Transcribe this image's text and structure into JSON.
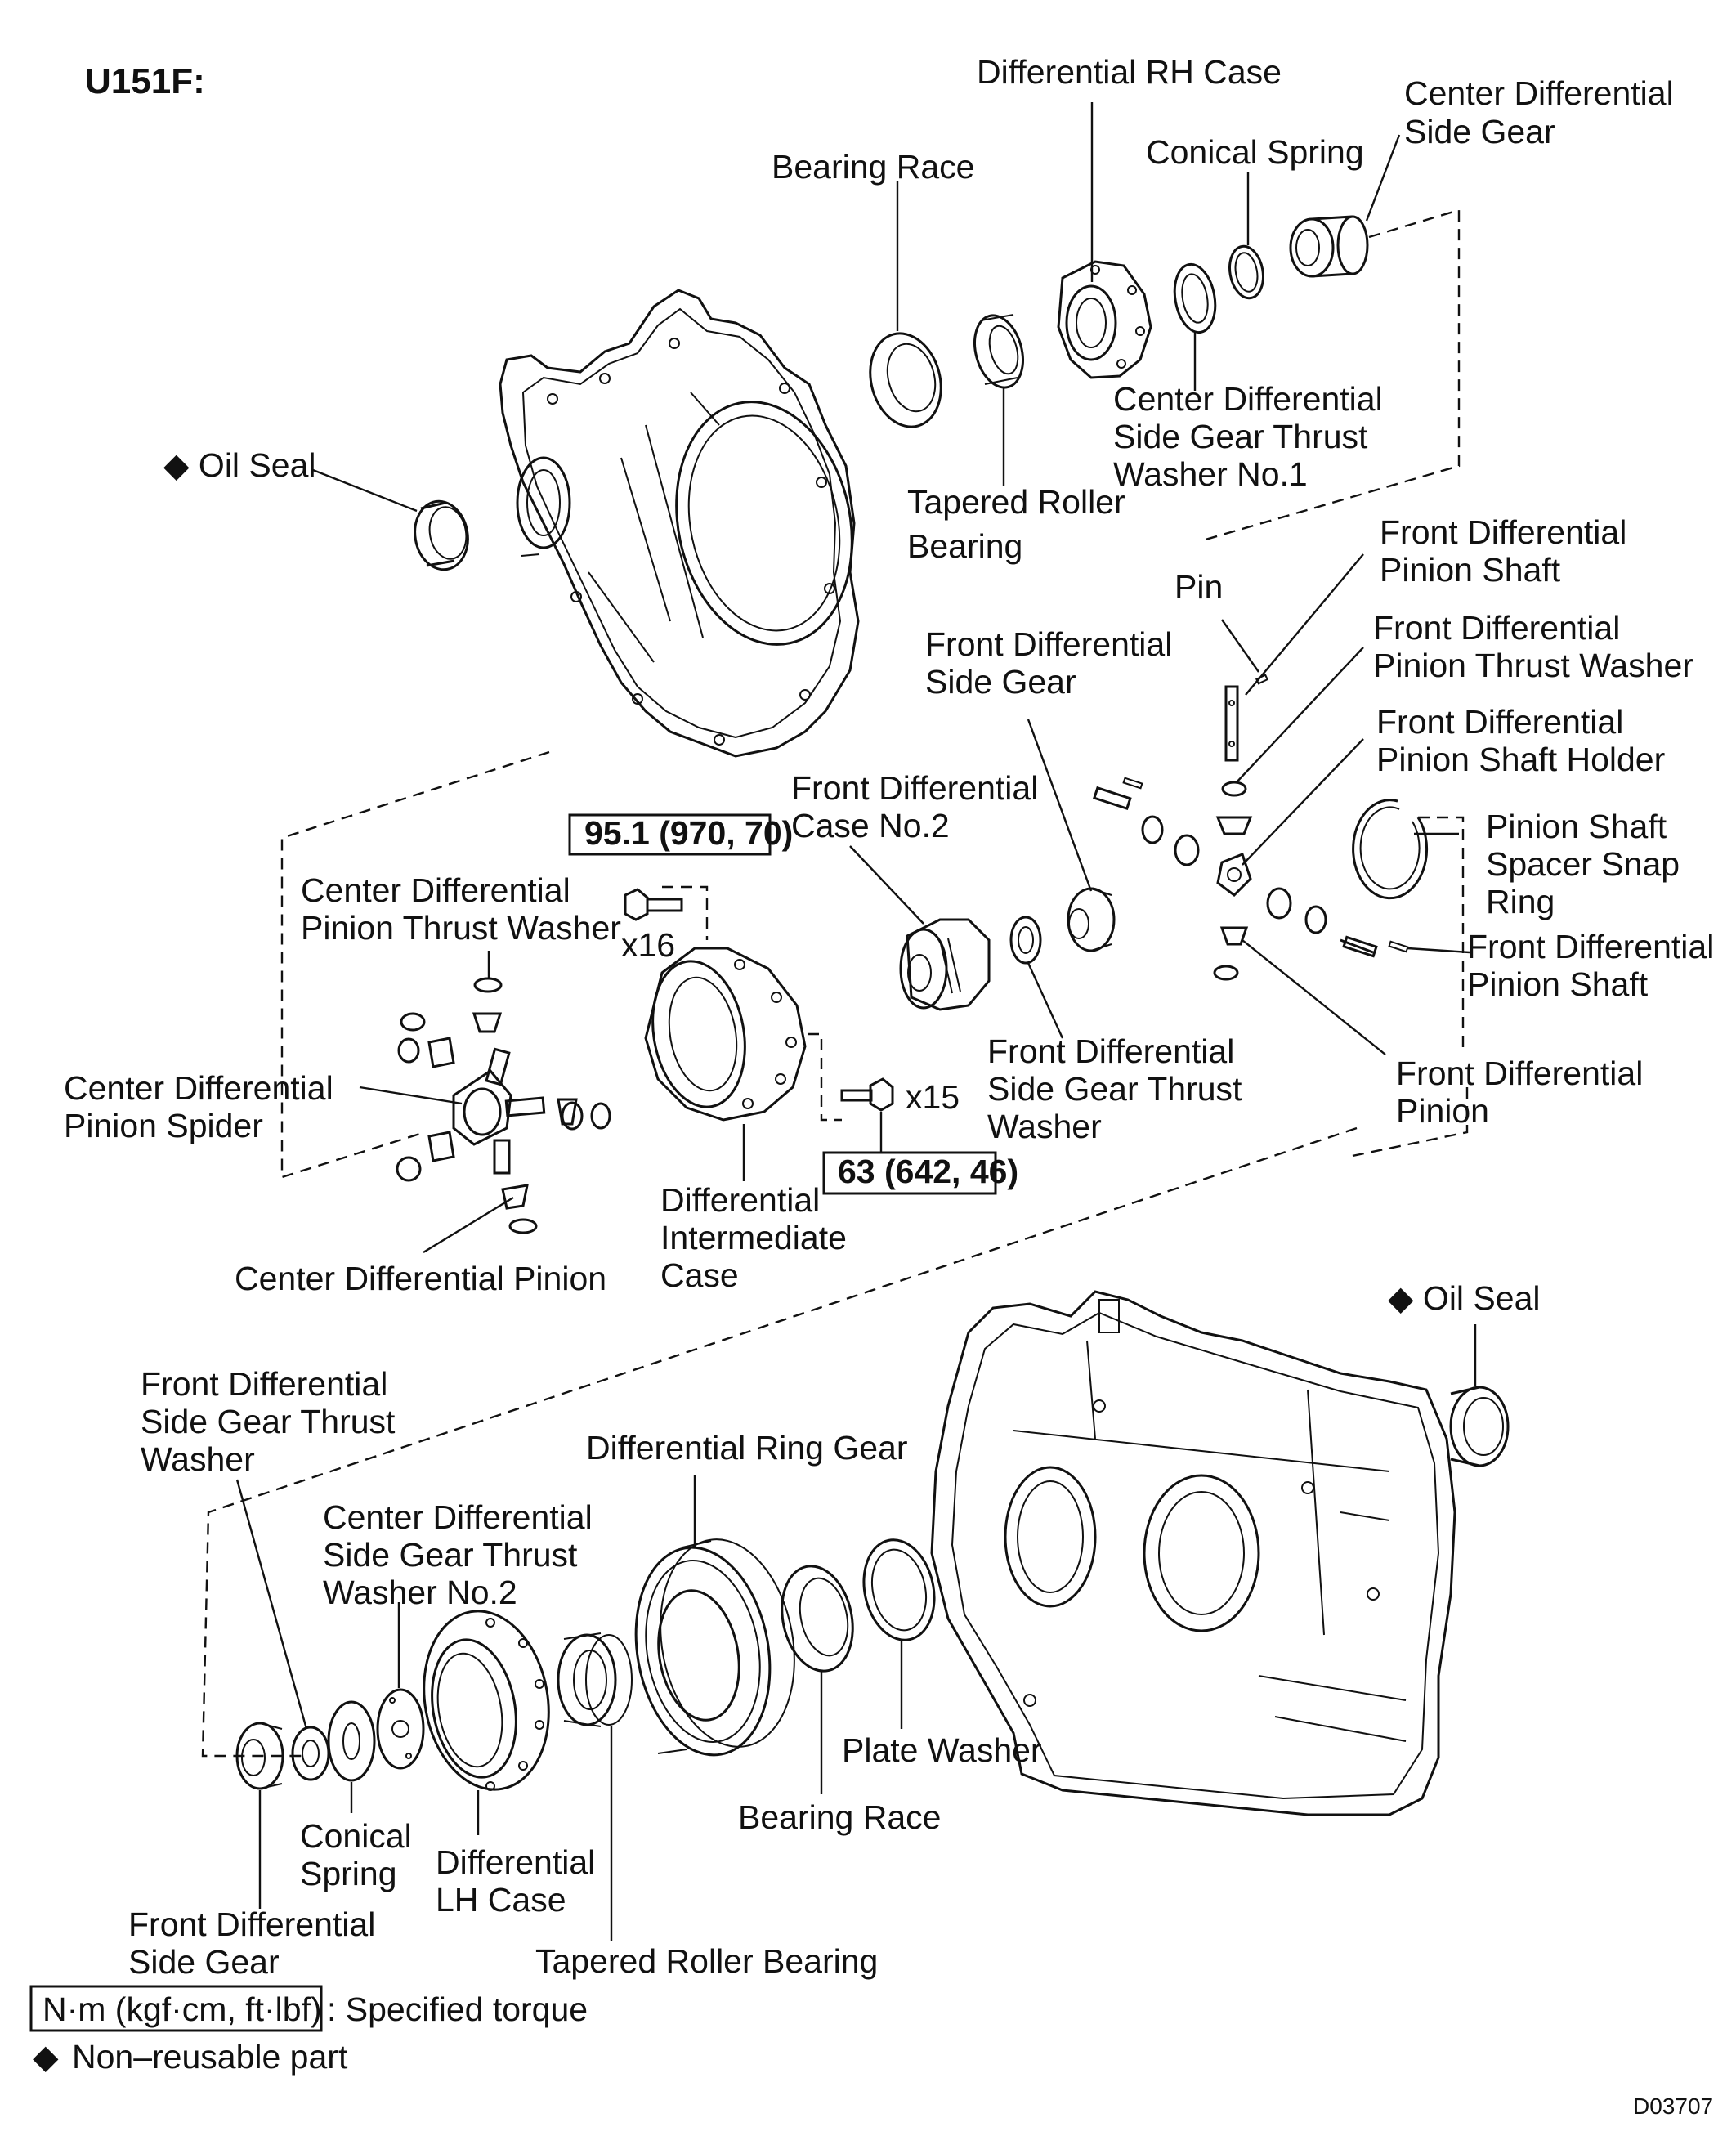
{
  "title": "U151F:",
  "figure_code": "D03707",
  "legend": {
    "torque_unit_box": "N·m (kgf·cm, ft·lbf)",
    "torque_text": ": Specified torque",
    "nonreusable_symbol": "◆",
    "nonreusable_text": "Non–reusable part"
  },
  "torque": {
    "spec1": "95.1 (970, 70)",
    "spec1_qty": "x16",
    "spec2": "63 (642, 46)",
    "spec2_qty": "x15"
  },
  "labels": {
    "diff_rh_case": "Differential RH Case",
    "center_diff_side_gear_top": [
      "Center Differential",
      "Side Gear"
    ],
    "conical_spring_top": "Conical Spring",
    "bearing_race_top": "Bearing Race",
    "cd_sg_thrust_washer_no1": [
      "Center Differential",
      "Side Gear Thrust",
      "Washer No.1"
    ],
    "tapered_roller_bearing_top": [
      "Tapered Roller",
      "Bearing"
    ],
    "oil_seal_top": "◆ Oil Seal",
    "pin": "Pin",
    "fd_pinion_shaft_top": [
      "Front Differential",
      "Pinion Shaft"
    ],
    "fd_pinion_thrust_washer": [
      "Front Differential",
      "Pinion Thrust Washer"
    ],
    "fd_pinion_shaft_holder": [
      "Front Differential",
      "Pinion Shaft Holder"
    ],
    "fd_side_gear_mid": [
      "Front Differential",
      "Side Gear"
    ],
    "fd_case_no2": [
      "Front Differential",
      "Case No.2"
    ],
    "pinion_shaft_spacer_snap_ring": [
      "Pinion Shaft",
      "Spacer Snap",
      "Ring"
    ],
    "fd_pinion_shaft_right": [
      "Front Differential",
      "Pinion Shaft"
    ],
    "cd_pinion_thrust_washer": [
      "Center Differential",
      "Pinion Thrust Washer"
    ],
    "cd_pinion_spider": [
      "Center Differential",
      "Pinion Spider"
    ],
    "fd_side_gear_thrust_washer_mid": [
      "Front Differential",
      "Side Gear Thrust",
      "Washer"
    ],
    "fd_pinion": [
      "Front Differential",
      "Pinion"
    ],
    "diff_intermediate_case": [
      "Differential",
      "Intermediate",
      "Case"
    ],
    "cd_pinion": "Center Differential Pinion",
    "oil_seal_bottom": "◆ Oil Seal",
    "fd_side_gear_thrust_washer_bottom": [
      "Front Differential",
      "Side Gear Thrust",
      "Washer"
    ],
    "diff_ring_gear": "Differential Ring Gear",
    "cd_sg_thrust_washer_no2": [
      "Center Differential",
      "Side Gear Thrust",
      "Washer No.2"
    ],
    "plate_washer": "Plate Washer",
    "bearing_race_bottom": "Bearing Race",
    "conical_spring_bottom": [
      "Conical",
      "Spring"
    ],
    "diff_lh_case": [
      "Differential",
      "LH Case"
    ],
    "fd_side_gear_bottom": [
      "Front Differential",
      "Side Gear"
    ],
    "tapered_roller_bearing_bottom": "Tapered Roller Bearing"
  }
}
